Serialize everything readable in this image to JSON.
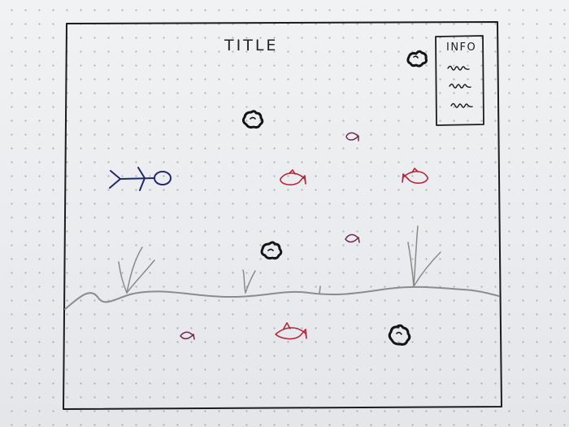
{
  "sketch": {
    "title": "TITLE",
    "info_panel": {
      "heading": "INFO",
      "scribble_lines": 3
    }
  },
  "colors": {
    "frame_ink": "#1c1c1c",
    "player_ink": "#1f2a6e",
    "fish_large_ink": "#b3283a",
    "fish_small_ink": "#6e2a52",
    "rock_ink": "#141414",
    "seafloor_ink": "#8c8c8c",
    "plant_ink": "#8a8a8a"
  },
  "icons": {
    "player": "stick-figure-swimmer-icon",
    "fish_large": "fish-icon",
    "fish_small": "small-fish-icon",
    "rock": "rock-icon",
    "seaweed": "seaweed-icon"
  }
}
